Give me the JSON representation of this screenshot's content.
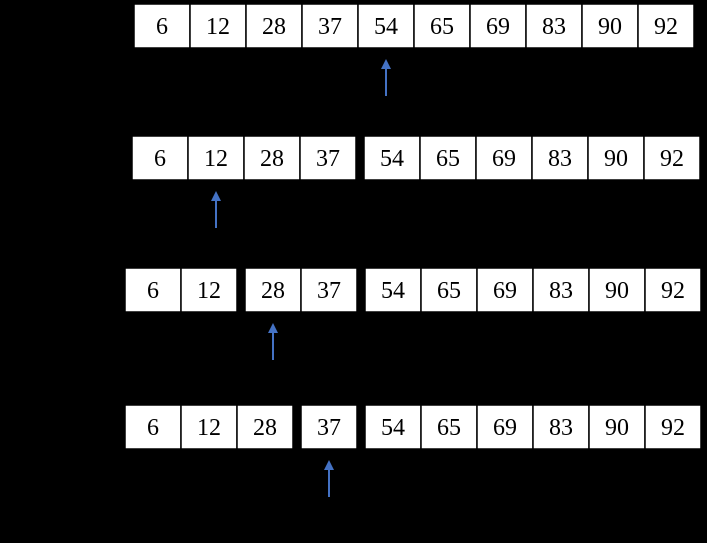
{
  "colors": {
    "background": "#000000",
    "cell_fill": "#ffffff",
    "cell_text": "#000000",
    "arrow": "#4472c4"
  },
  "rows": [
    {
      "groups": [
        [
          "6",
          "12",
          "28",
          "37",
          "54",
          "65",
          "69",
          "83",
          "90",
          "92"
        ]
      ],
      "pointer_value": "54"
    },
    {
      "groups": [
        [
          "6",
          "12",
          "28",
          "37"
        ],
        [
          "54",
          "65",
          "69",
          "83",
          "90",
          "92"
        ]
      ],
      "pointer_value": "12"
    },
    {
      "groups": [
        [
          "6",
          "12"
        ],
        [
          "28",
          "37"
        ],
        [
          "54",
          "65",
          "69",
          "83",
          "90",
          "92"
        ]
      ],
      "pointer_value": "28"
    },
    {
      "groups": [
        [
          "6",
          "12",
          "28"
        ],
        [
          "37"
        ],
        [
          "54",
          "65",
          "69",
          "83",
          "90",
          "92"
        ]
      ],
      "pointer_value": "37"
    }
  ]
}
